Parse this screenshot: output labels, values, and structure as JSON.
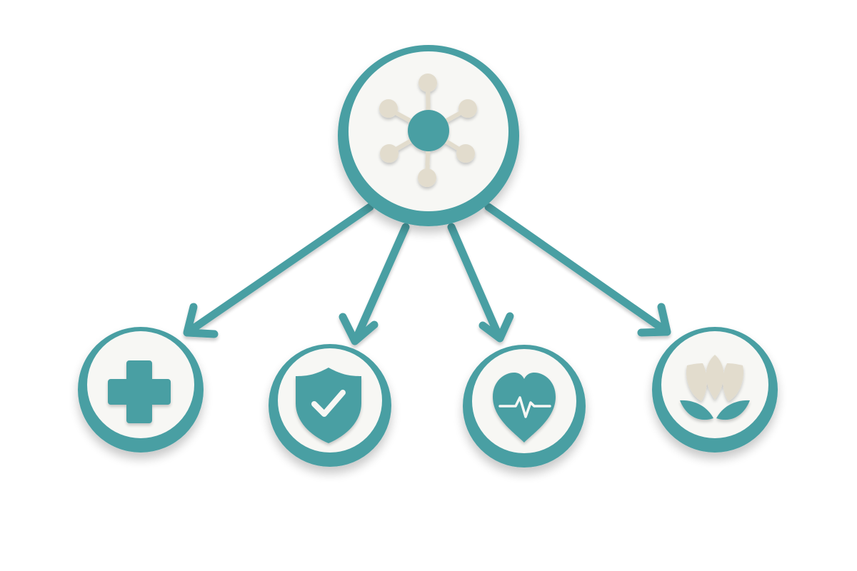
{
  "diagram": {
    "type": "hub-and-spoke",
    "hub": {
      "icon": "network-hub-icon"
    },
    "children": [
      {
        "id": "medical",
        "icon": "medical-cross-icon"
      },
      {
        "id": "protection",
        "icon": "shield-check-icon"
      },
      {
        "id": "heart-health",
        "icon": "heart-pulse-icon"
      },
      {
        "id": "wellness",
        "icon": "lotus-icon"
      }
    ]
  },
  "colors": {
    "teal": "#4a9fa3",
    "teal_dark": "#3a8a8e",
    "cream": "#e2dccd",
    "node_face": "#f7f7f4",
    "background": "#ffffff"
  }
}
